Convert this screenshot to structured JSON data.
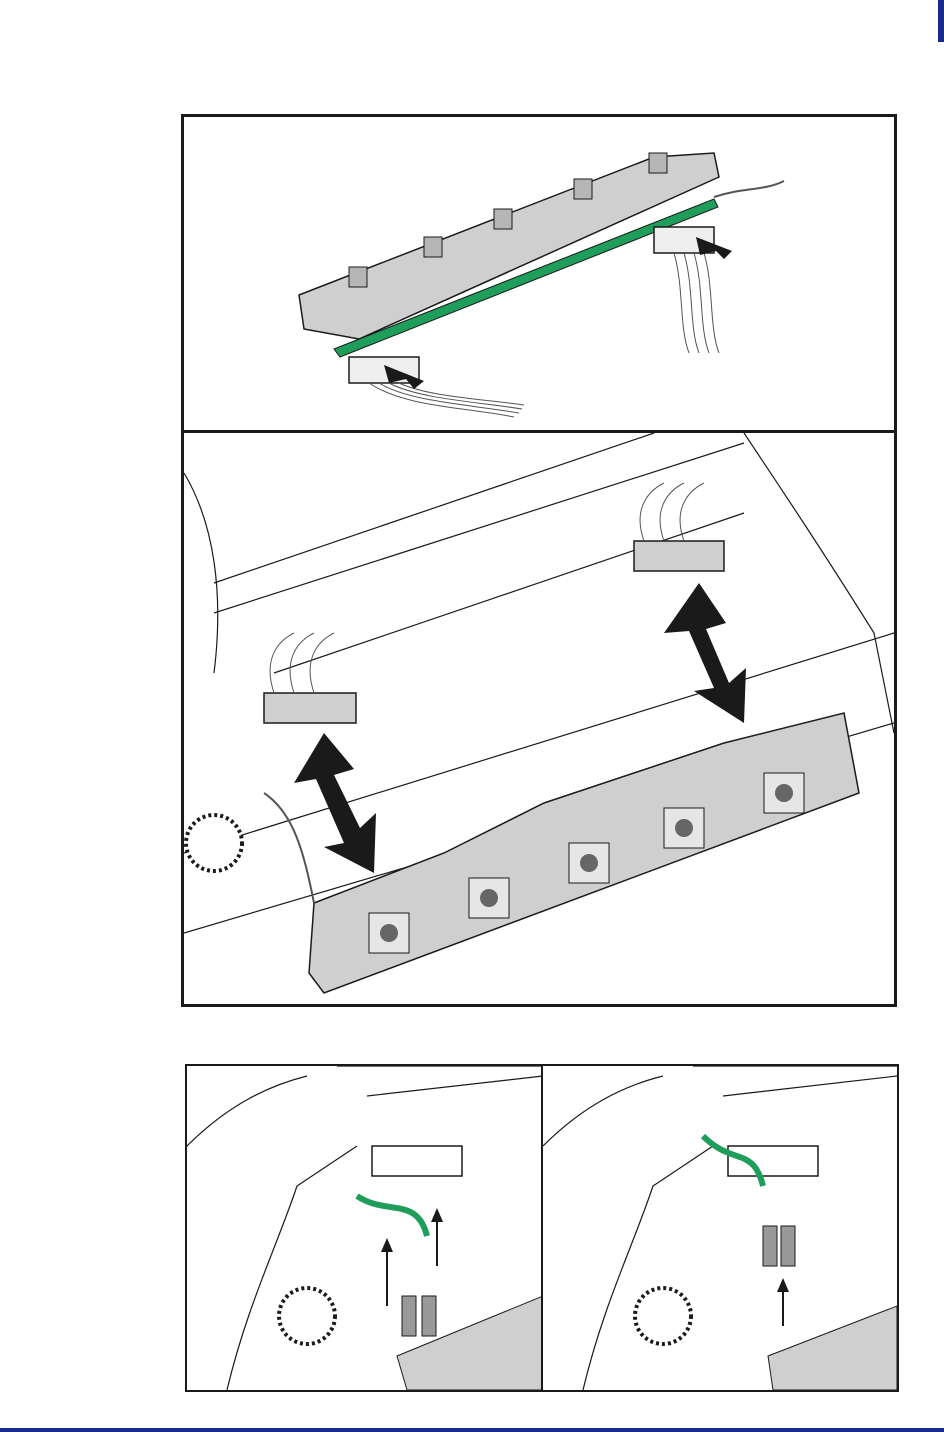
{
  "page": {
    "accent_color": "#1a2a8c",
    "figures": [
      {
        "id": "figure-top",
        "description_icon": "printhead-removal-illustration"
      },
      {
        "id": "figure-bottom",
        "description_icon": "ground-wire-connection-illustration"
      }
    ]
  },
  "colors": {
    "green": "#1e9e5a",
    "gray": "#cfcfcf",
    "dark_gray": "#888888",
    "outline": "#1a1a1a"
  }
}
